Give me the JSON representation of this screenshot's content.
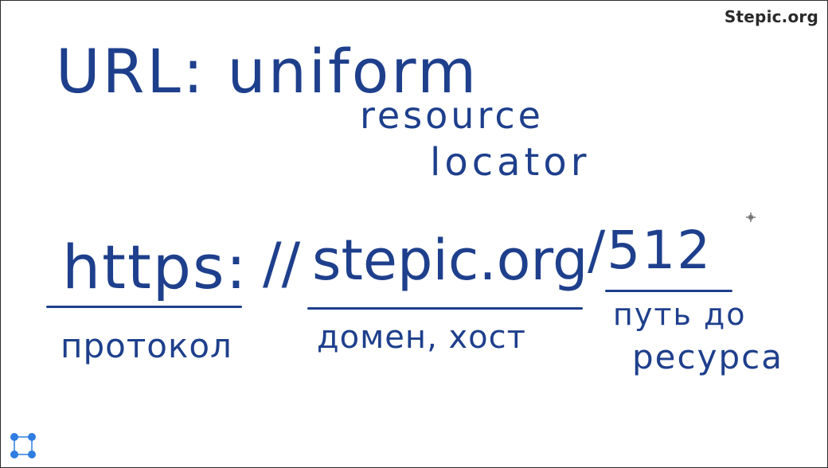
{
  "brand": "Stepic.org",
  "board": {
    "title_line1": "URL: uniform",
    "title_line2": "resource",
    "title_line3": "locator",
    "protocol": "https:",
    "separator": "//",
    "domain": "stepic.org",
    "path": "/512",
    "label_protocol": "протокол",
    "label_domain": "домен, хост",
    "label_path_1": "путь до",
    "label_path_2": "ресурса"
  },
  "colors": {
    "ink": "#1e3f8c",
    "handle": "#2f7de1"
  },
  "icons": {
    "cursor": "crosshair-cursor-icon",
    "fit": "fit-to-screen-icon"
  }
}
